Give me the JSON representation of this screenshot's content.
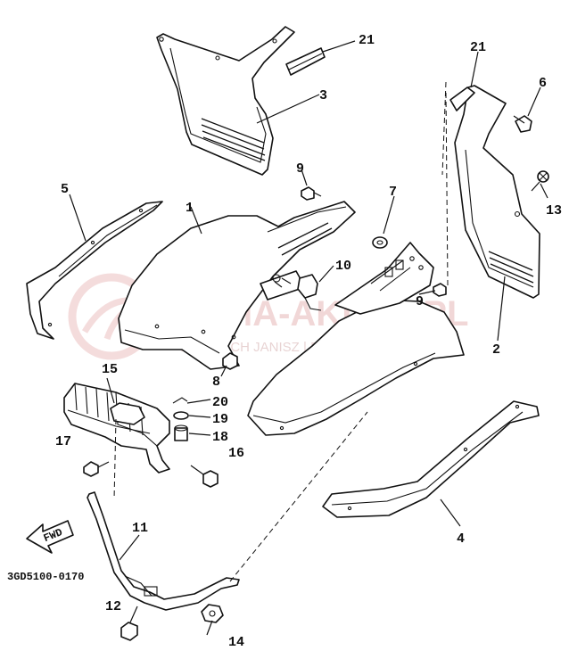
{
  "parts": [
    {
      "id": "p1",
      "label": "1"
    },
    {
      "id": "p2",
      "label": "2"
    },
    {
      "id": "p3",
      "label": "3"
    },
    {
      "id": "p4",
      "label": "4"
    },
    {
      "id": "p5",
      "label": "5"
    },
    {
      "id": "p6",
      "label": "6"
    },
    {
      "id": "p7",
      "label": "7"
    },
    {
      "id": "p8",
      "label": "8"
    },
    {
      "id": "p9a",
      "label": "9"
    },
    {
      "id": "p9b",
      "label": "9"
    },
    {
      "id": "p10",
      "label": "10"
    },
    {
      "id": "p11",
      "label": "11"
    },
    {
      "id": "p12",
      "label": "12"
    },
    {
      "id": "p13",
      "label": "13"
    },
    {
      "id": "p14",
      "label": "14"
    },
    {
      "id": "p15",
      "label": "15"
    },
    {
      "id": "p16",
      "label": "16"
    },
    {
      "id": "p17",
      "label": "17"
    },
    {
      "id": "p18",
      "label": "18"
    },
    {
      "id": "p19",
      "label": "19"
    },
    {
      "id": "p20",
      "label": "20"
    },
    {
      "id": "p21a",
      "label": "21"
    },
    {
      "id": "p21b",
      "label": "21"
    }
  ],
  "fwd_label": "FWD",
  "diagram_code": "3GD5100-0170",
  "watermark": {
    "logo_text": "YAMA-AKLER.PL",
    "tagline": "WOJCIECH JANISZ | DEALER YAMAHA",
    "color": "#e7b8b8"
  }
}
